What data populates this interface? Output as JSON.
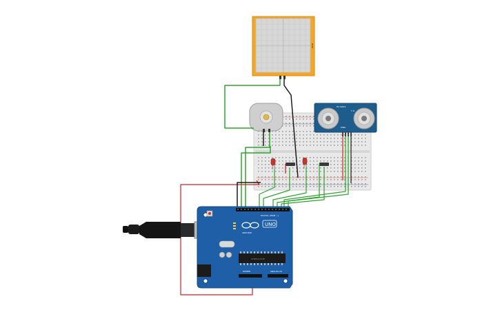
{
  "colors": {
    "wire_red": "#d21f1f",
    "wire_green": "#2aa52a",
    "wire_black": "#1a1a1a",
    "arduino_blue": "#1f5fa8",
    "sensor_blue": "#1e5c8c",
    "plotter_orange": "#f5a623",
    "led_red": "#c0392b"
  },
  "plotter": {
    "label": "DISP"
  },
  "ultrasonic": {
    "model": "HC-SR04",
    "side_label": "T R",
    "pins_label": "PING"
  },
  "arduino": {
    "logo_text": "UNO",
    "brand_text": "ARDUINO",
    "digital_label": "DIGITAL (PWM ~)",
    "power_label": "POWER",
    "analog_label": "ANALOG IN",
    "chip_label": "ATMEGA328P"
  },
  "icons": [
    "usb-cable-icon",
    "dc-motor-icon",
    "infinity-logo-icon"
  ]
}
